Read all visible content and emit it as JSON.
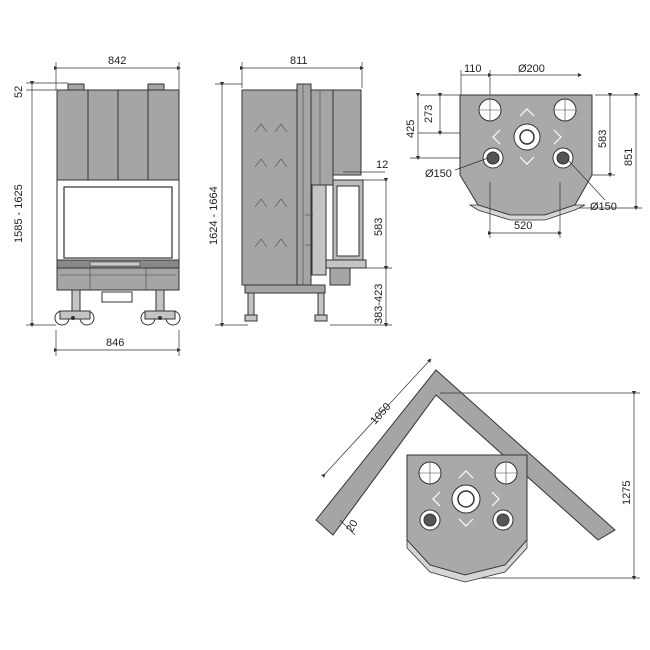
{
  "front_view": {
    "width_top": "842",
    "height_top_offset": "52",
    "height_range": "1585 - 1625",
    "width_bottom": "846"
  },
  "side_view": {
    "depth": "811",
    "height_range": "1624 - 1664",
    "glass_offset": "12",
    "glass_height": "583",
    "leg_range": "383-423"
  },
  "top_view": {
    "dim_110": "110",
    "dim_diam200": "Ø200",
    "dim_425": "425",
    "dim_273": "273",
    "dim_583": "583",
    "dim_851": "851",
    "dim_diam150_left": "Ø150",
    "dim_diam150_right": "Ø150",
    "dim_520": "520"
  },
  "corner_view": {
    "dim_1050": "1050",
    "dim_20": "20",
    "dim_1275": "1275"
  }
}
